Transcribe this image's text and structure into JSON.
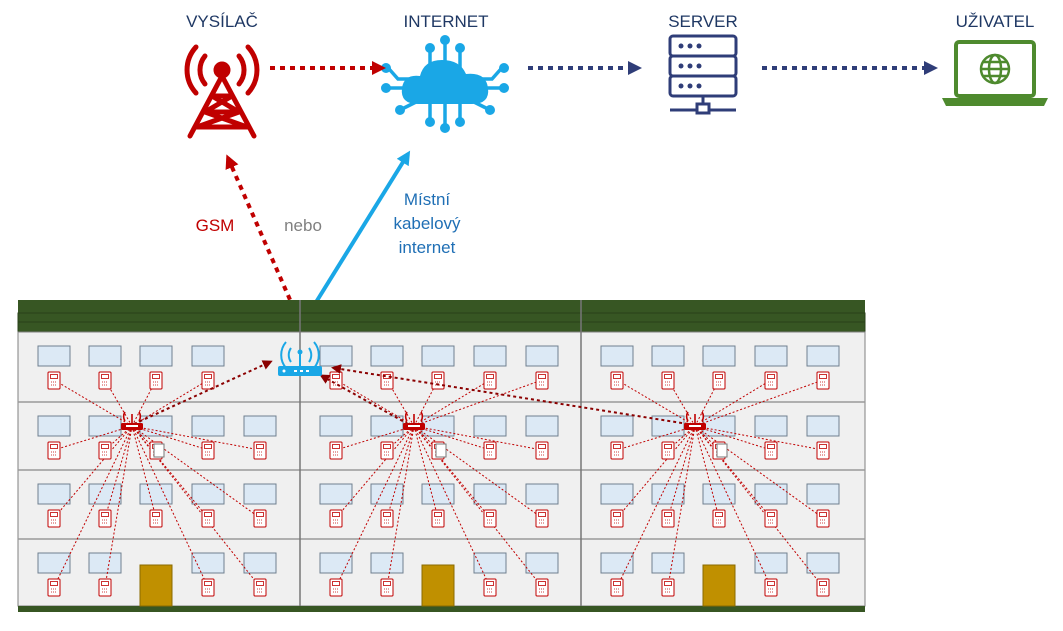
{
  "nodes": {
    "transmitter": {
      "label": "VYSÍLAČ",
      "icon": "cell-tower-icon"
    },
    "internet": {
      "label": "INTERNET",
      "icon": "cloud-network-icon"
    },
    "server": {
      "label": "SERVER",
      "icon": "server-rack-icon"
    },
    "user": {
      "label": "UŽIVATEL",
      "icon": "laptop-globe-icon"
    }
  },
  "links": {
    "gsm_label": "GSM",
    "or_label": "nebo",
    "cable_label_lines": [
      "Místní",
      "kabelový",
      "internet"
    ]
  },
  "building": {
    "sections": 3,
    "floors": 4,
    "windows_per_floor": 5,
    "gateway_icon": "wifi-router-icon",
    "repeater_icon": "repeater-icon",
    "meter_icon": "meter-device-icon"
  },
  "colors": {
    "gsm": "#c00000",
    "cable": "#1aa7e6",
    "server_link": "#2f3d78",
    "user": "#4e8a2e",
    "roof": "#375623",
    "wall": "#f0f0f0",
    "window": "#dce9f5",
    "door": "#c09000"
  }
}
